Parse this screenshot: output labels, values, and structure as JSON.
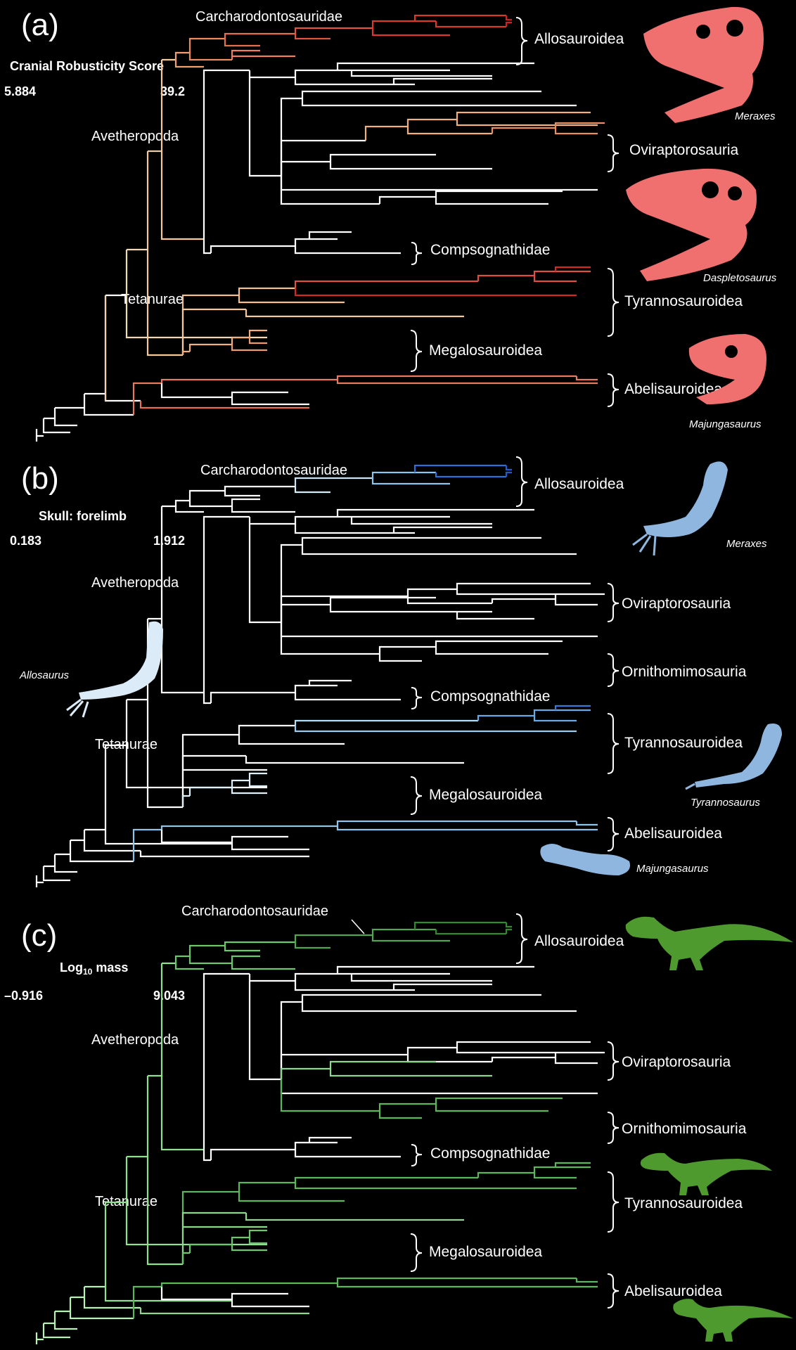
{
  "colors": {
    "background": "#000000",
    "branch": "#ffffff",
    "panel_a_scale_end": "#d42020",
    "panel_b_scale_end": "#1e5bd8",
    "panel_c_scale_end": "#2e8b2e",
    "silhouette_a": "#f07070",
    "silhouette_b": "#8fb6df",
    "silhouette_c": "#4f9a2f"
  },
  "panels": [
    {
      "letter": "(a)",
      "scale_title": "Cranial Robusticity Score",
      "scale_min": "5.884",
      "scale_max": "39.2",
      "node_labels": {
        "carcharodontosauridae": "Carcharodontosauridae",
        "avetheropoda": "Avetheropoda",
        "tetanurae": "Tetanurae"
      },
      "clades": [
        "Allosauroidea",
        "Oviraptorosauria",
        "Compsognathidae",
        "Tyrannosauroidea",
        "Megalosauroidea",
        "Abelisauroidea"
      ],
      "taxa": [
        "Meraxes",
        "Daspletosaurus",
        "Majungasaurus"
      ]
    },
    {
      "letter": "(b)",
      "scale_title": "Skull: forelimb",
      "scale_min": "0.183",
      "scale_max": "1.912",
      "node_labels": {
        "carcharodontosauridae": "Carcharodontosauridae",
        "avetheropoda": "Avetheropoda",
        "tetanurae": "Tetanurae"
      },
      "clades": [
        "Allosauroidea",
        "Oviraptorosauria",
        "Ornithomimosauria",
        "Compsognathidae",
        "Tyrannosauroidea",
        "Megalosauroidea",
        "Abelisauroidea"
      ],
      "taxa": [
        "Allosaurus",
        "Meraxes",
        "Tyrannosaurus",
        "Majungasaurus"
      ]
    },
    {
      "letter": "(c)",
      "scale_title": "Log",
      "scale_title_sub": "10",
      "scale_title_tail": " mass",
      "scale_min": "–0.916",
      "scale_max": "9.043",
      "node_labels": {
        "carcharodontosauridae": "Carcharodontosauridae",
        "avetheropoda": "Avetheropoda",
        "tetanurae": "Tetanurae"
      },
      "clades": [
        "Allosauroidea",
        "Oviraptorosauria",
        "Ornithomimosauria",
        "Compsognathidae",
        "Tyrannosauroidea",
        "Megalosauroidea",
        "Abelisauroidea"
      ],
      "taxa": []
    }
  ]
}
